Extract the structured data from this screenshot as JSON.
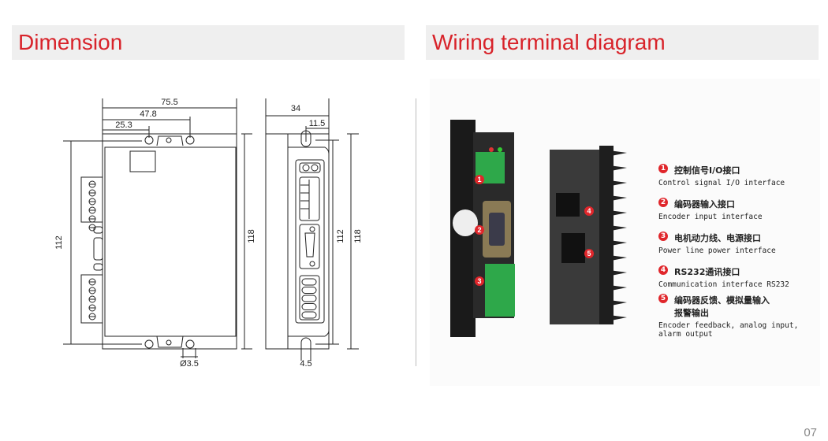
{
  "headers": {
    "dimension": "Dimension",
    "wiring": "Wiring terminal diagram"
  },
  "dims": {
    "width": "75.5",
    "hole2": "47.8",
    "hole1": "25.3",
    "height_inner": "112",
    "height_outer": "118",
    "hole_dia": "Ø3.5",
    "depth": "34",
    "slot_offset": "11.5",
    "side_inner": "112",
    "side_outer": "118",
    "slot_width": "4.5"
  },
  "legend": [
    {
      "num": "1",
      "zh": "控制信号I/O接口",
      "en": "Control signal I/O interface"
    },
    {
      "num": "2",
      "zh": "编码器输入接口",
      "en": "Encoder input interface"
    },
    {
      "num": "3",
      "zh": "电机动力线、电源接口",
      "en": "Power line power interface"
    },
    {
      "num": "4",
      "zh": "RS232通讯接口",
      "en": "Communication interface RS232"
    },
    {
      "num": "5",
      "zh": "编码器反馈、模拟量输入\n报警输出",
      "en": "Encoder feedback, analog input,\nalarm output"
    }
  ],
  "photo_markers": [
    "1",
    "2",
    "3",
    "4",
    "5"
  ],
  "page_number": "07"
}
